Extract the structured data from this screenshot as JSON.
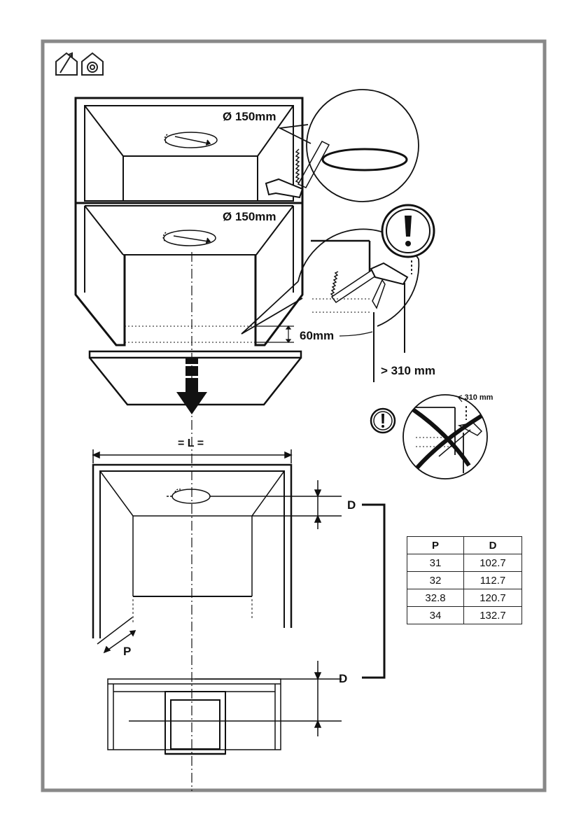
{
  "labels": {
    "diameter_upper": "Ø 150mm",
    "diameter_lower": "Ø 150mm",
    "cut_height": "60mm",
    "min_clearance": "> 310 mm",
    "too_small_clearance": "< 310 mm",
    "width": "= L =",
    "depth_top": "D",
    "depth_bottom": "D",
    "panel_thickness": "P"
  },
  "icons": [
    "house-outlet-icon",
    "house-recirculation-icon",
    "warning-icon",
    "saw-icon"
  ],
  "table": {
    "headers": [
      "P",
      "D"
    ],
    "rows": [
      [
        "31",
        "102.7"
      ],
      [
        "32",
        "112.7"
      ],
      [
        "32.8",
        "120.7"
      ],
      [
        "34",
        "132.7"
      ]
    ]
  }
}
